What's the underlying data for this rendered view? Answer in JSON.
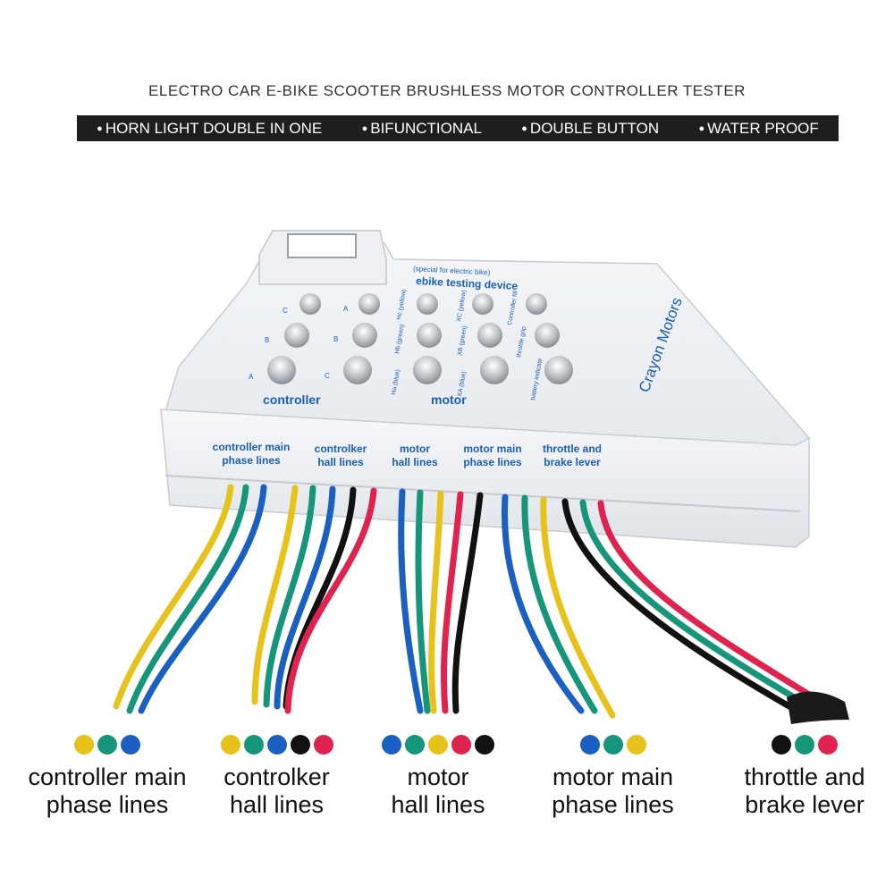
{
  "header": {
    "title": "ELECTRO CAR E-BIKE SCOOTER BRUSHLESS MOTOR CONTROLLER TESTER",
    "features": [
      "HORN LIGHT DOUBLE IN ONE",
      "BIFUNCTIONAL",
      "DOUBLE BUTTON",
      "WATER PROOF"
    ]
  },
  "device": {
    "brand": "Crayon Motors",
    "subtitle": "(special for electric bike)",
    "name": "ebike testing device",
    "section_controller": "controller",
    "section_motor": "motor",
    "led_letters_left": [
      "C",
      "B",
      "A"
    ],
    "led_letters_mid": [
      "A",
      "B",
      "C"
    ],
    "led_labels_motor_left": [
      "Hc (yellow)",
      "Hb (green)",
      "Ha (blue)"
    ],
    "led_labels_motor_right": [
      "XC (yellow)",
      "XB (green)",
      "XA (blue)"
    ],
    "led_labels_right": [
      "Controller fill",
      "throttle grip",
      "battery indicate"
    ],
    "port_labels": [
      [
        "controller main",
        "phase lines"
      ],
      [
        "controlker",
        "hall lines"
      ],
      [
        "motor",
        "hall lines"
      ],
      [
        "motor main",
        "phase lines"
      ],
      [
        "throttle and",
        "brake lever"
      ]
    ]
  },
  "colors": {
    "yellow": "#e6c21a",
    "green": "#15957a",
    "blue": "#1a5fc2",
    "black": "#111111",
    "red": "#e0224f"
  },
  "legend": [
    {
      "label_line1": "controller main",
      "label_line2": "phase lines",
      "dots": [
        "yellow",
        "green",
        "blue"
      ]
    },
    {
      "label_line1": "controlker",
      "label_line2": "hall lines",
      "dots": [
        "yellow",
        "green",
        "blue",
        "black",
        "red"
      ]
    },
    {
      "label_line1": "motor",
      "label_line2": "hall lines",
      "dots": [
        "blue",
        "green",
        "yellow",
        "red",
        "black"
      ]
    },
    {
      "label_line1": "motor main",
      "label_line2": "phase lines",
      "dots": [
        "blue",
        "green",
        "yellow"
      ]
    },
    {
      "label_line1": "throttle and",
      "label_line2": "brake lever",
      "dots": [
        "black",
        "green",
        "red"
      ]
    }
  ]
}
